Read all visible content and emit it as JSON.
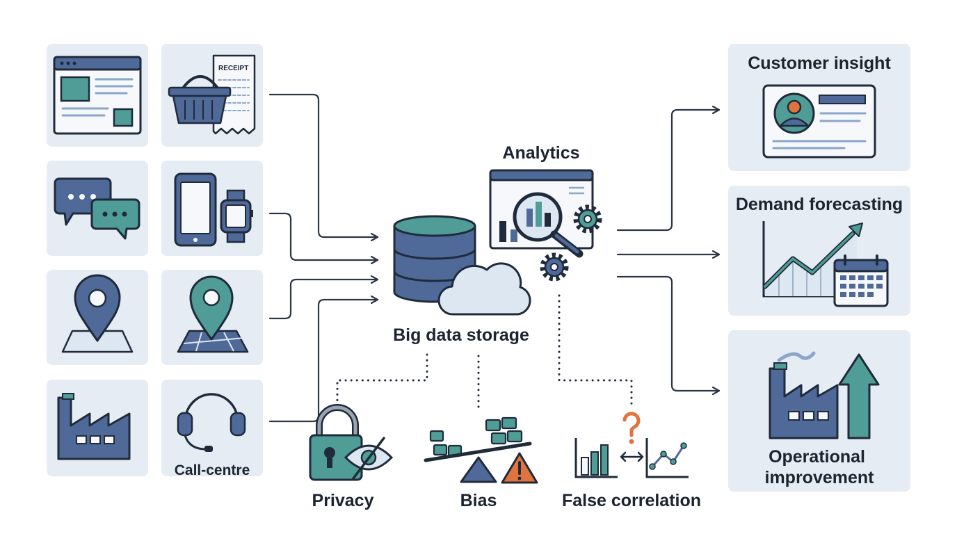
{
  "colors": {
    "navy": "#1f2a3a",
    "slate": "#4f6a99",
    "teal": "#4f9d96",
    "panel": "#e6ecf3",
    "pale": "#dde7f2",
    "alert": "#e0743f",
    "line": "#2b3545"
  },
  "sources": [
    {
      "icon": "website-icon"
    },
    {
      "icon": "shopping-basket-receipt-icon",
      "receipt_text": "RECEIPT"
    },
    {
      "icon": "chat-bubbles-icon"
    },
    {
      "icon": "phone-watch-icon"
    },
    {
      "icon": "location-pin-icon"
    },
    {
      "icon": "map-pin-icon"
    },
    {
      "icon": "factory-icon"
    },
    {
      "icon": "headset-icon",
      "label": "Call-centre"
    }
  ],
  "center": {
    "storage_label": "Big data storage",
    "analytics_label": "Analytics",
    "storage_icon": "database-cloud-icon",
    "analytics_icon": "magnifier-gears-icon"
  },
  "risks": [
    {
      "label": "Privacy",
      "icon": "padlock-eye-icon"
    },
    {
      "label": "Bias",
      "icon": "seesaw-warning-icon"
    },
    {
      "label": "False correlation",
      "icon": "charts-question-icon"
    }
  ],
  "outcomes": [
    {
      "label": "Customer insight",
      "icon": "profile-card-icon"
    },
    {
      "label": "Demand forecasting",
      "icon": "trend-calendar-icon"
    },
    {
      "label": "Operational improvement",
      "label_lines": [
        "Operational",
        "improvement"
      ],
      "icon": "factory-arrow-icon"
    }
  ]
}
